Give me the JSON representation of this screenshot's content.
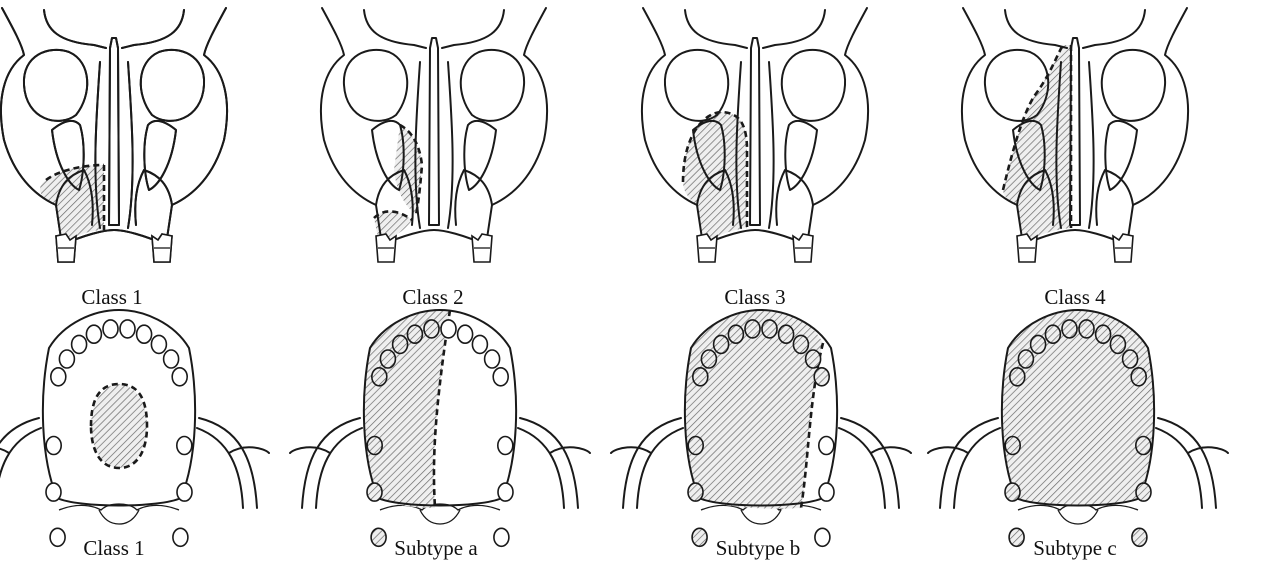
{
  "captions": {
    "top": [
      "Class 1",
      "Class 2",
      "Class 3",
      "Class 4"
    ],
    "bottom": [
      "Class 1",
      "Subtype a",
      "Subtype b",
      "Subtype c"
    ]
  }
}
